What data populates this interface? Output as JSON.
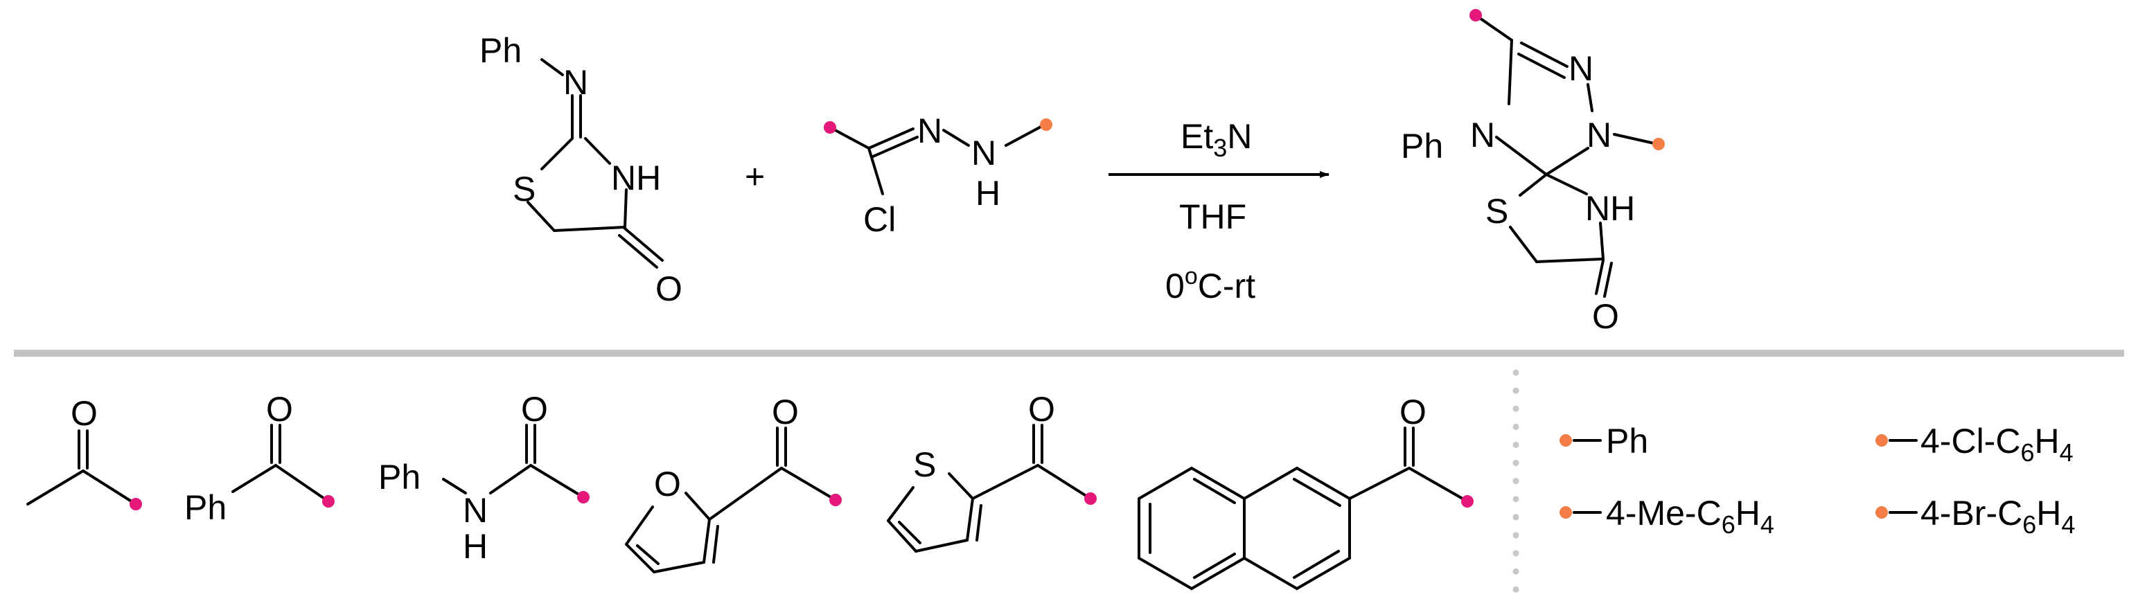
{
  "colors": {
    "r1_marker": "#e6177a",
    "r2_marker": "#f47f46",
    "separator": "#c2c2c2"
  },
  "reagents": {
    "base": "Et",
    "base_sub": "3",
    "base_tail": "N",
    "solvent": "THF",
    "temp_lead": "0",
    "temp_sup": "o",
    "temp_tail": "C-rt"
  },
  "atoms": {
    "Ph": "Ph",
    "N": "N",
    "S": "S",
    "NH": "NH",
    "O": "O",
    "H": "H",
    "Cl": "Cl"
  },
  "plus": "+",
  "r2_groups": [
    {
      "label": "Ph"
    },
    {
      "label": "4-Cl-C",
      "sub": "6",
      "tail": "H",
      "sub2": "4"
    },
    {
      "label": "4-Me-C",
      "sub": "6",
      "tail": "H",
      "sub2": "4"
    },
    {
      "label": "4-Br-C",
      "sub": "6",
      "tail": "H",
      "sub2": "4"
    }
  ]
}
